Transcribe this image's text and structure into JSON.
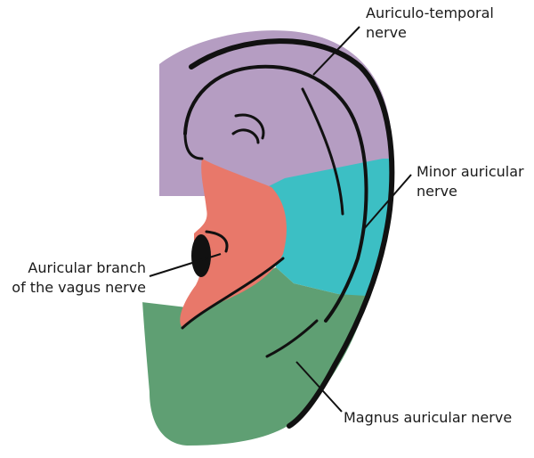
{
  "labels": {
    "auriculo_temporal": [
      "Auriculo-temporal",
      "nerve"
    ],
    "minor_auricular": [
      "Minor auricular",
      "nerve"
    ],
    "vagus": [
      "Auricular branch",
      "of the vagus nerve"
    ],
    "magnus": [
      "Magnus auricular nerve"
    ]
  },
  "colors": {
    "auriculo_temporal_region": "#b59dc2",
    "minor_auricular_region": "#3cbfc4",
    "vagus_region": "#e8786a",
    "magnus_region": "#5f9f73",
    "outline": "#111111",
    "text": "#1a1a1a"
  }
}
